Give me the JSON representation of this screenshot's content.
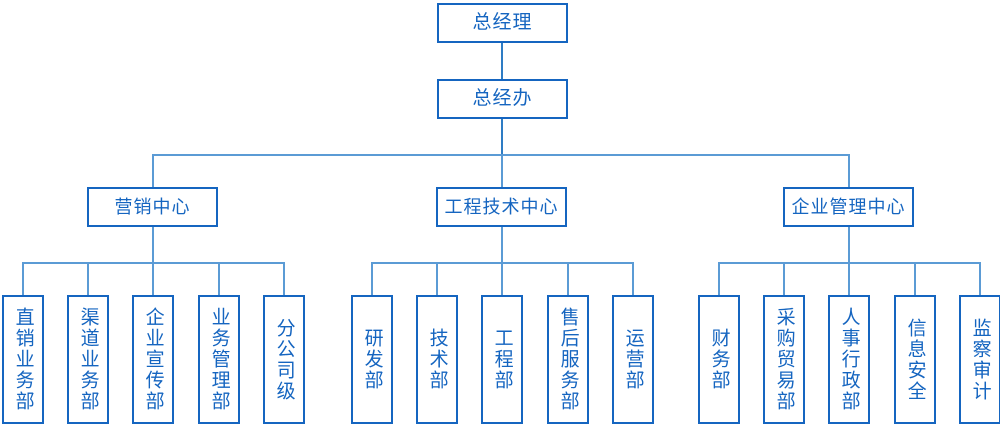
{
  "chart_title": "",
  "colors": {
    "box_border": "#1565c0",
    "text": "#1565c0",
    "connector": "#2e7cc4",
    "connector_light": "#5b9bd5",
    "background": "#ffffff"
  },
  "org": {
    "root": {
      "label": "总经理"
    },
    "office": {
      "label": "总经办"
    },
    "centers": [
      {
        "label": "营销中心",
        "departments": [
          {
            "label": "直销业务部"
          },
          {
            "label": "渠道业务部"
          },
          {
            "label": "企业宣传部"
          },
          {
            "label": "业务管理部"
          },
          {
            "label": "分公司级"
          }
        ]
      },
      {
        "label": "工程技术中心",
        "departments": [
          {
            "label": "研发部"
          },
          {
            "label": "技术部"
          },
          {
            "label": "工程部"
          },
          {
            "label": "售后服务部"
          },
          {
            "label": "运营部"
          }
        ]
      },
      {
        "label": "企业管理中心",
        "departments": [
          {
            "label": "财务部"
          },
          {
            "label": "采购贸易部"
          },
          {
            "label": "人事行政部"
          },
          {
            "label": "信息安全"
          },
          {
            "label": "监察审计"
          }
        ]
      }
    ]
  }
}
